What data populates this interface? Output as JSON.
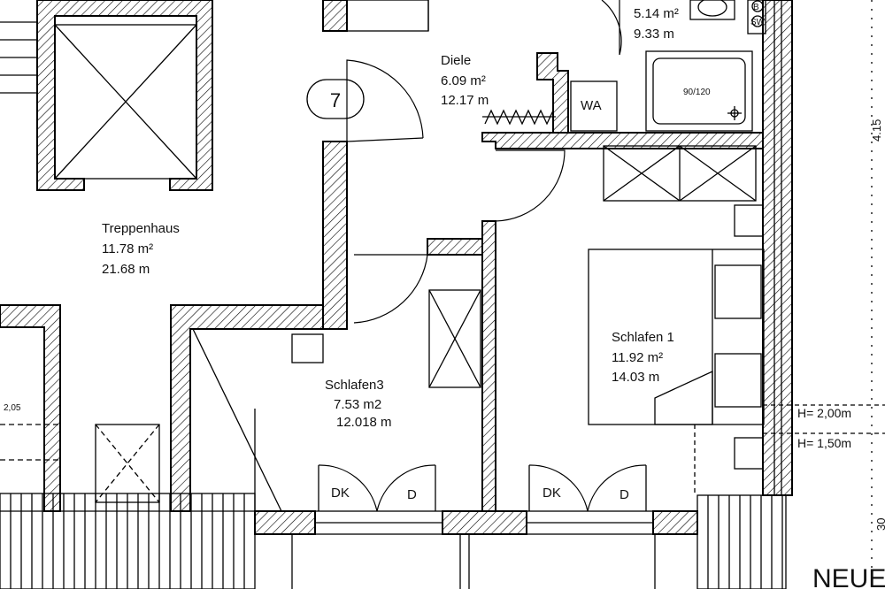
{
  "rooms": {
    "bad": {
      "area": "5.14 m²",
      "perimeter": "9.33 m"
    },
    "diele": {
      "name": "Diele",
      "area": "6.09 m²",
      "perimeter": "12.17 m"
    },
    "treppenhaus": {
      "name": "Treppenhaus",
      "area": "11.78 m²",
      "perimeter": "21.68 m"
    },
    "schlafen3": {
      "name": "Schlafen3",
      "area": "7.53 m2",
      "perimeter": "12.018 m"
    },
    "schlafen1": {
      "name": "Schlafen 1",
      "area": "11.92 m²",
      "perimeter": "14.03 m"
    }
  },
  "unit_number": "7",
  "labels": {
    "wa": "WA",
    "shower": "90/120",
    "b": "B",
    "sw": "SW",
    "left_dim": "2,05",
    "h1": "H= 2,00m",
    "h2": "H= 1,50m",
    "dk1": "DK",
    "d1": "D",
    "dk2": "DK",
    "d2": "D",
    "neu": "NEUE",
    "dim_top": "4.15",
    "dim_bottom": "30"
  }
}
